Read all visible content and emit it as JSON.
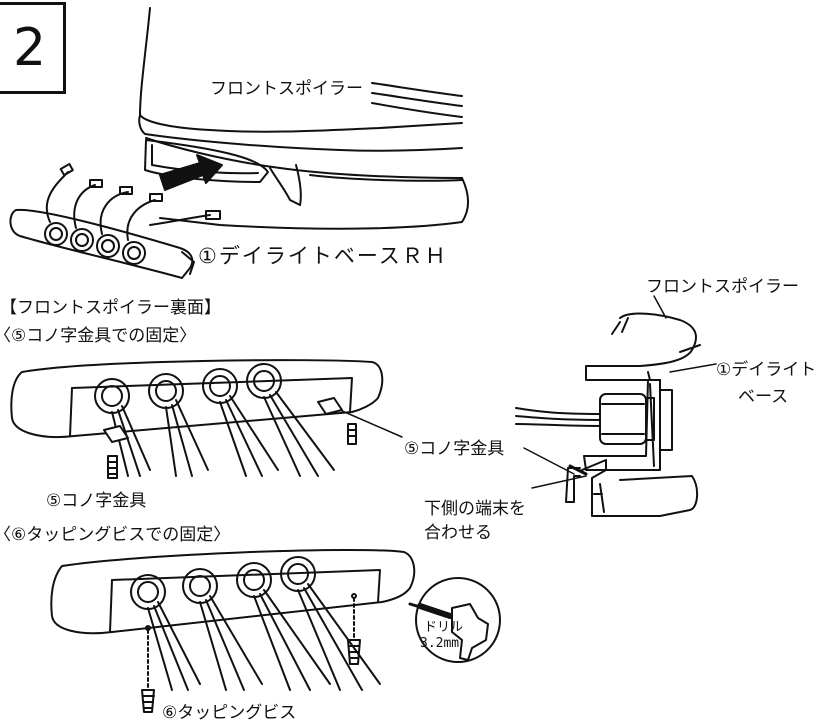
{
  "step_number": "2",
  "labels": {
    "front_spoiler_top": "フロントスポイラー",
    "daylight_base_rh": "①デイライトベースＲＨ",
    "spoiler_back_heading": "【フロントスポイラー裏面】",
    "method_bracket_heading": "〈⑤コノ字金具での固定〉",
    "bracket_left": "⑤コノ字金具",
    "bracket_right": "⑤コノ字金具",
    "method_screw_heading": "〈⑥タッピングビスでの固定〉",
    "tapping_screw": "⑥タッピングビス",
    "drill_line1": "ドリル",
    "drill_line2": "3.2mm",
    "front_spoiler_side": "フロントスポイラー",
    "daylight_base_line1": "①デイライト",
    "daylight_base_line2": "ベース",
    "align_line1": "下側の端末を",
    "align_line2": "合わせる"
  }
}
